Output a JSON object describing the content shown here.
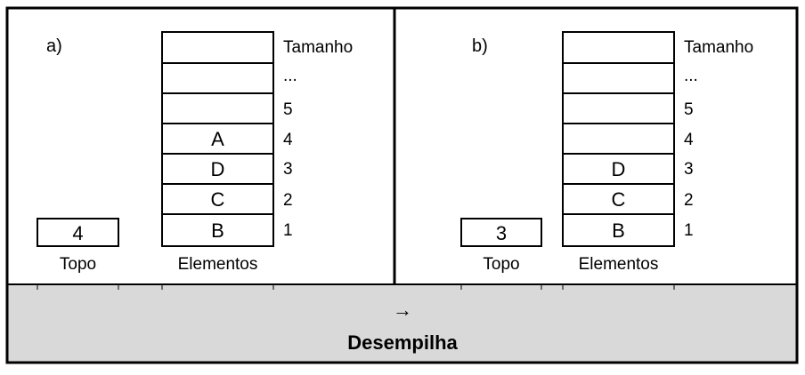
{
  "panels": [
    {
      "label": "a)",
      "top_value": "4",
      "top_caption": "Topo",
      "elements_caption": "Elementos",
      "cells": [
        "",
        "",
        "",
        "A",
        "D",
        "C",
        "B"
      ],
      "index_labels": [
        "Tamanho",
        "...",
        "5",
        "4",
        "3",
        "2",
        "1"
      ]
    },
    {
      "label": "b)",
      "top_value": "3",
      "top_caption": "Topo",
      "elements_caption": "Elementos",
      "cells": [
        "",
        "",
        "",
        "",
        "D",
        "C",
        "B"
      ],
      "index_labels": [
        "Tamanho",
        "...",
        "5",
        "4",
        "3",
        "2",
        "1"
      ]
    }
  ],
  "footer": {
    "arrow": "→",
    "operation": "Desempilha"
  },
  "colors": {
    "footer_bg": "#d9d9d9",
    "border": "#000000"
  }
}
